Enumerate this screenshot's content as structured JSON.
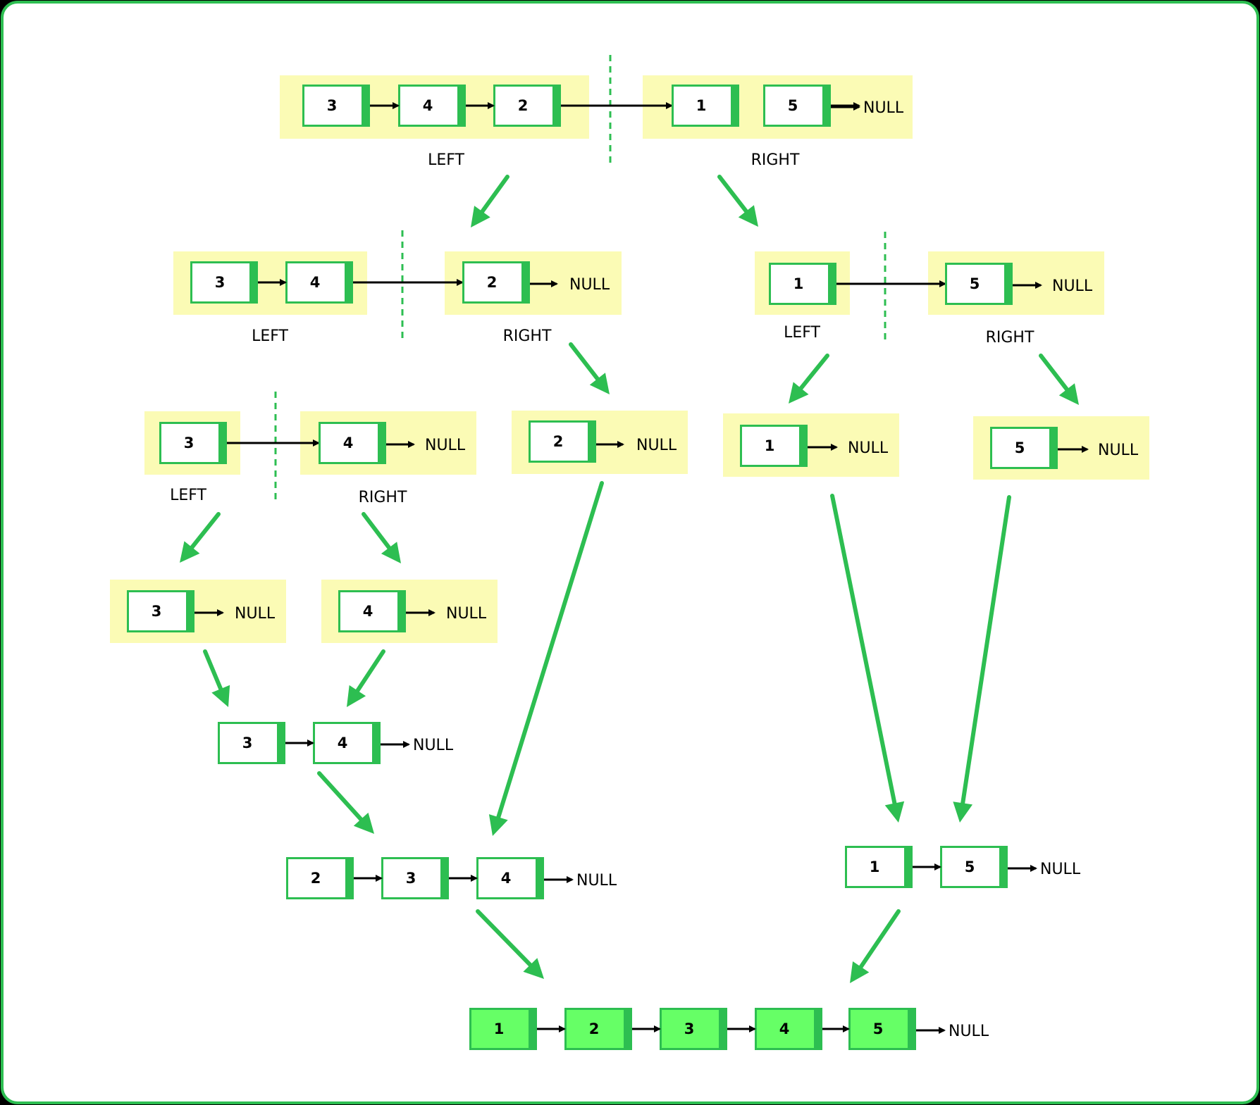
{
  "diagram": {
    "labels": {
      "left": "LEFT",
      "right": "RIGHT",
      "null": "NULL"
    },
    "colors": {
      "border": "#2dbe51",
      "highlight": "#fbfbb5",
      "final_fill": "#66ff66",
      "arrow": "#2dbe51",
      "link": "#000000",
      "background": "#ffffff",
      "outer": "#000000"
    },
    "lists": [
      {
        "id": "top-left",
        "values": [
          "3",
          "4",
          "2"
        ]
      },
      {
        "id": "top-right",
        "values": [
          "1",
          "5"
        ]
      },
      {
        "id": "l2-a-left",
        "values": [
          "3",
          "4"
        ]
      },
      {
        "id": "l2-a-right",
        "values": [
          "2"
        ]
      },
      {
        "id": "l2-b-left",
        "values": [
          "1"
        ]
      },
      {
        "id": "l2-b-right",
        "values": [
          "5"
        ]
      },
      {
        "id": "l3-a-left",
        "values": [
          "3"
        ]
      },
      {
        "id": "l3-a-right",
        "values": [
          "4"
        ]
      },
      {
        "id": "l3-single-2",
        "values": [
          "2"
        ]
      },
      {
        "id": "l3-single-1",
        "values": [
          "1"
        ]
      },
      {
        "id": "l3-single-5",
        "values": [
          "5"
        ]
      },
      {
        "id": "l4-single-3",
        "values": [
          "3"
        ]
      },
      {
        "id": "l4-single-4",
        "values": [
          "4"
        ]
      },
      {
        "id": "merge-34",
        "values": [
          "3",
          "4"
        ]
      },
      {
        "id": "merge-234",
        "values": [
          "2",
          "3",
          "4"
        ]
      },
      {
        "id": "merge-15",
        "values": [
          "1",
          "5"
        ]
      },
      {
        "id": "final",
        "values": [
          "1",
          "2",
          "3",
          "4",
          "5"
        ]
      }
    ]
  }
}
